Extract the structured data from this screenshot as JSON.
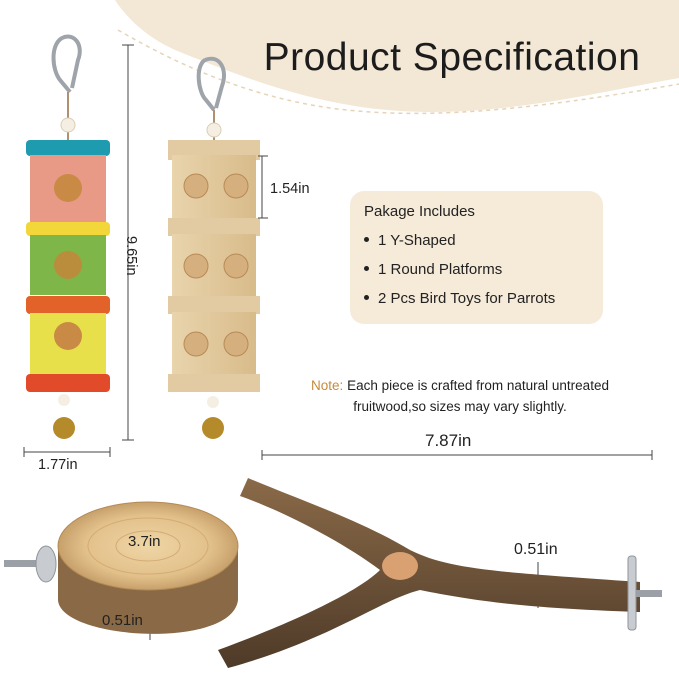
{
  "title": "Product Specification",
  "package": {
    "heading": "Pakage Includes",
    "items": [
      "1 Y-Shaped",
      "1 Round Platforms",
      "2 Pcs Bird Toys for Parrots"
    ]
  },
  "note": {
    "label": "Note:",
    "text": " Each piece is crafted from natural untreated",
    "text2": "fruitwood,so sizes may vary slightly."
  },
  "dimensions": {
    "toy_height": "9.65in",
    "block_height": "1.54in",
    "toy_width": "1.77in",
    "perch_length": "7.87in",
    "perch_diameter": "0.51in",
    "platform_diameter": "3.7in",
    "platform_thickness": "0.51in"
  },
  "colors": {
    "banner": "#f3e7d6",
    "note_label": "#c78a3c",
    "package_box": "#f6ead9"
  }
}
